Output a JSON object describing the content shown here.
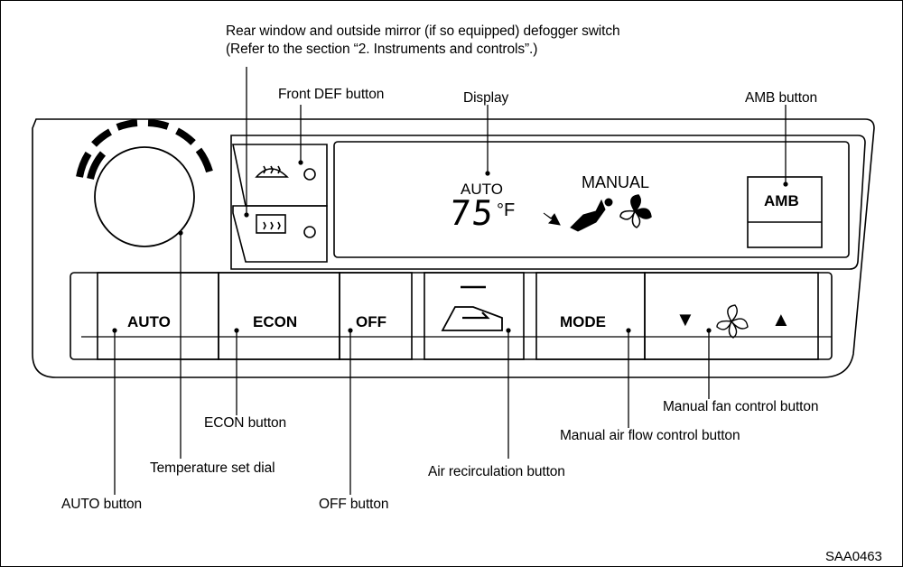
{
  "callouts": {
    "rear_defogger_line1": "Rear window and outside mirror (if so equipped) defogger switch",
    "rear_defogger_line2": "(Refer to the section “2. Instruments and controls”.)",
    "front_def": "Front DEF button",
    "display": "Display",
    "amb": "AMB button",
    "manual_fan": "Manual fan control button",
    "econ": "ECON button",
    "manual_air_flow": "Manual air flow control button",
    "temperature_dial": "Temperature set dial",
    "air_recirculation": "Air recirculation button",
    "auto": "AUTO button",
    "off": "OFF button"
  },
  "panel": {
    "auto_label": "AUTO",
    "econ_label": "ECON",
    "off_label": "OFF",
    "mode_label": "MODE",
    "amb_label": "AMB",
    "fan_down_glyph": "▼",
    "fan_up_glyph": "▲"
  },
  "display": {
    "mode_auto": "AUTO",
    "temperature": "75",
    "unit": "°F",
    "mode_manual": "MANUAL"
  },
  "figure_code": "SAA0463"
}
